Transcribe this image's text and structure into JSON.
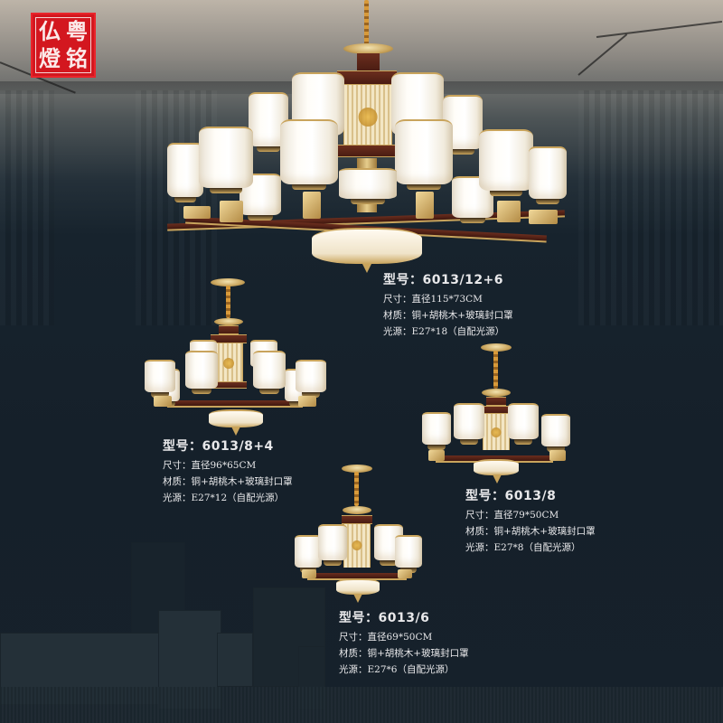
{
  "brand": {
    "seal_chars": [
      "粤",
      "仏",
      "铭",
      "燈"
    ],
    "seal_color": "#d3171f",
    "icon": "red-square-seal-logo"
  },
  "products": [
    {
      "id": "6013-12-6",
      "model_label": "型号：",
      "model": "6013/12+6",
      "size_label": "尺寸：",
      "size": "直径115*73CM",
      "material_label": "材质：",
      "material": "铜+胡桃木+玻璃封口罩",
      "light_label": "光源：",
      "light": "E27*18（自配光源）",
      "lights_count": 18
    },
    {
      "id": "6013-8-4",
      "model_label": "型号：",
      "model": "6013/8+4",
      "size_label": "尺寸：",
      "size": "直径96*65CM",
      "material_label": "材质：",
      "material": "铜+胡桃木+玻璃封口罩",
      "light_label": "光源：",
      "light": "E27*12（自配光源）",
      "lights_count": 12
    },
    {
      "id": "6013-8",
      "model_label": "型号：",
      "model": "6013/8",
      "size_label": "尺寸：",
      "size": "直径79*50CM",
      "material_label": "材质：",
      "material": "铜+胡桃木+玻璃封口罩",
      "light_label": "光源：",
      "light": "E27*8（自配光源）",
      "lights_count": 8
    },
    {
      "id": "6013-6",
      "model_label": "型号：",
      "model": "6013/6",
      "size_label": "尺寸：",
      "size": "直径69*50CM",
      "material_label": "材质：",
      "material": "铜+胡桃木+玻璃封口罩",
      "light_label": "光源：",
      "light": "E27*6（自配光源）",
      "lights_count": 6
    }
  ],
  "colors": {
    "background": "#15202a",
    "text": "#e8e8ea",
    "brass": "#c9a45c",
    "walnut": "#5a2418",
    "glass": "#fbf8f1"
  }
}
